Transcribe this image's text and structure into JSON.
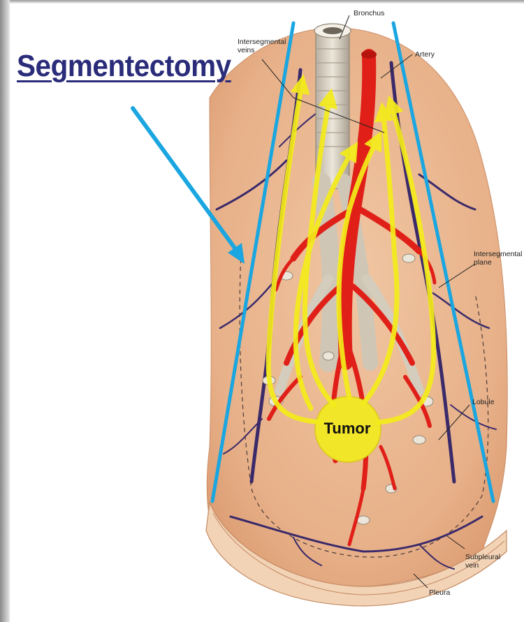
{
  "title": "Segmentectomy",
  "labels": {
    "bronchus": "Bronchus",
    "intersegmental_veins": "Intersegmental\nveins",
    "artery": "Artery",
    "intersegmental_plane": "Intersegmental\nplane",
    "lobule": "Lobule",
    "subpleural_vein": "Subpleural\nvein",
    "pleura": "Pleura",
    "tumor": "Tumor"
  },
  "colors": {
    "title": "#2a2c7a",
    "cut_lines": "#1aa6e0",
    "arrows": "#f4ec1a",
    "tumor": "#f2e628",
    "artery": "#e02018",
    "vein": "#3a2a6a",
    "lung_tissue": "#e9b48c",
    "bronchus": "#d8d0c0"
  }
}
